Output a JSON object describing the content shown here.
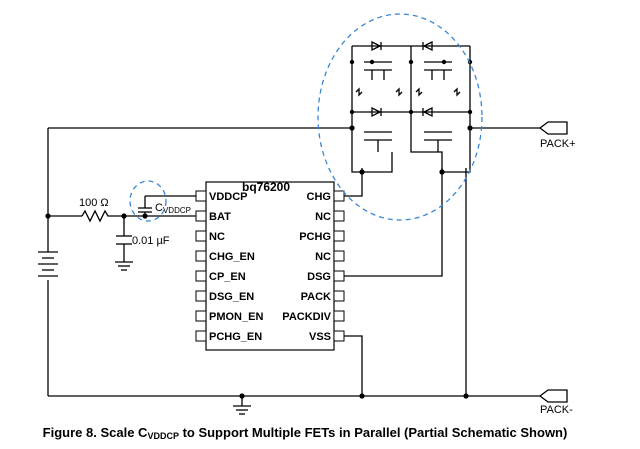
{
  "ic": {
    "name": "bq76200",
    "left_pins": [
      "VDDCP",
      "BAT",
      "NC",
      "CHG_EN",
      "CP_EN",
      "DSG_EN",
      "PMON_EN",
      "PCHG_EN"
    ],
    "right_pins": [
      "CHG",
      "NC",
      "PCHG",
      "NC",
      "DSG",
      "PACK",
      "PACKDIV",
      "VSS"
    ]
  },
  "components": {
    "resistor": "100 Ω",
    "cap_small": "0.01 µF",
    "cap_vddcp": "C",
    "cap_vddcp_sub": "VDDCP"
  },
  "terminals": {
    "pack_plus": "PACK+",
    "pack_minus": "PACK-"
  },
  "caption": {
    "prefix": "Figure 8.  Scale C",
    "sub": "VDDCP",
    "suffix": " to Support Multiple FETs in Parallel (Partial Schematic Shown)"
  }
}
